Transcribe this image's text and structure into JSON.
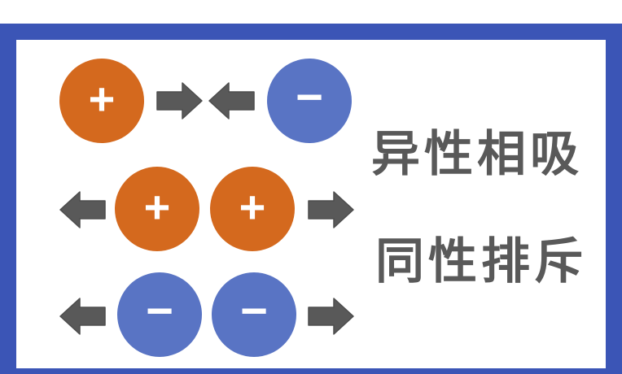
{
  "colors": {
    "frame": "#3b55b6",
    "positive": "#d4691e",
    "negative": "#5974c4",
    "arrow": "#595959",
    "caption": "#595959",
    "sign": "#ffffff",
    "background": "#ffffff"
  },
  "captions": {
    "attract": "异性相吸",
    "repel": "同性排斥"
  },
  "rows": [
    {
      "name": "opposite-charges-attract",
      "left_sign": "+",
      "right_sign": "−",
      "arrows": "pointing-toward-each-other"
    },
    {
      "name": "like-positive-charges-repel",
      "left_sign": "+",
      "right_sign": "+",
      "arrows": "pointing-away-from-each-other"
    },
    {
      "name": "like-negative-charges-repel",
      "left_sign": "−",
      "right_sign": "−",
      "arrows": "pointing-away-from-each-other"
    }
  ]
}
